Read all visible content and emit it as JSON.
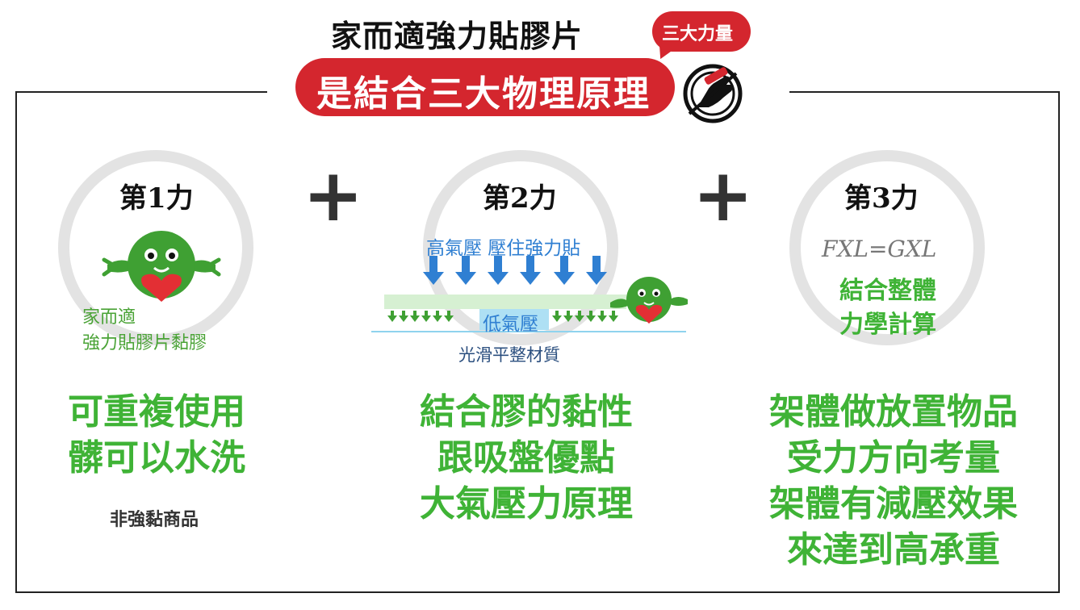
{
  "header": {
    "title": "家而適強力貼膠片",
    "banner": "是結合三大物理原理",
    "bubble": "三大力量",
    "icon": "hand-icon"
  },
  "forces": [
    {
      "label": "第1力",
      "caption_lines": [
        "家而適",
        "強力貼膠片黏膠"
      ],
      "main_lines": [
        "可重複使用",
        "髒可以水洗"
      ],
      "note": "非強黏商品"
    },
    {
      "label": "第2力",
      "diagram": {
        "top_label": "高氣壓 壓住強力貼",
        "middle_label": "低氣壓",
        "bottom_label": "光滑平整材質"
      },
      "main_lines": [
        "結合膠的黏性",
        "跟吸盤優點",
        "大氣壓力原理"
      ]
    },
    {
      "label": "第3力",
      "formula": "FXL=GXL",
      "calc_lines": [
        "結合整體",
        "力學計算"
      ],
      "main_lines": [
        "架體做放置物品",
        "受力方向考量",
        "架體有減壓效果",
        "來達到高承重"
      ]
    }
  ],
  "plus_sign": "+",
  "colors": {
    "brand_red": "#d4262e",
    "green": "#3fb336",
    "blue": "#2f7fd2",
    "ring": "#e3e3e3"
  }
}
